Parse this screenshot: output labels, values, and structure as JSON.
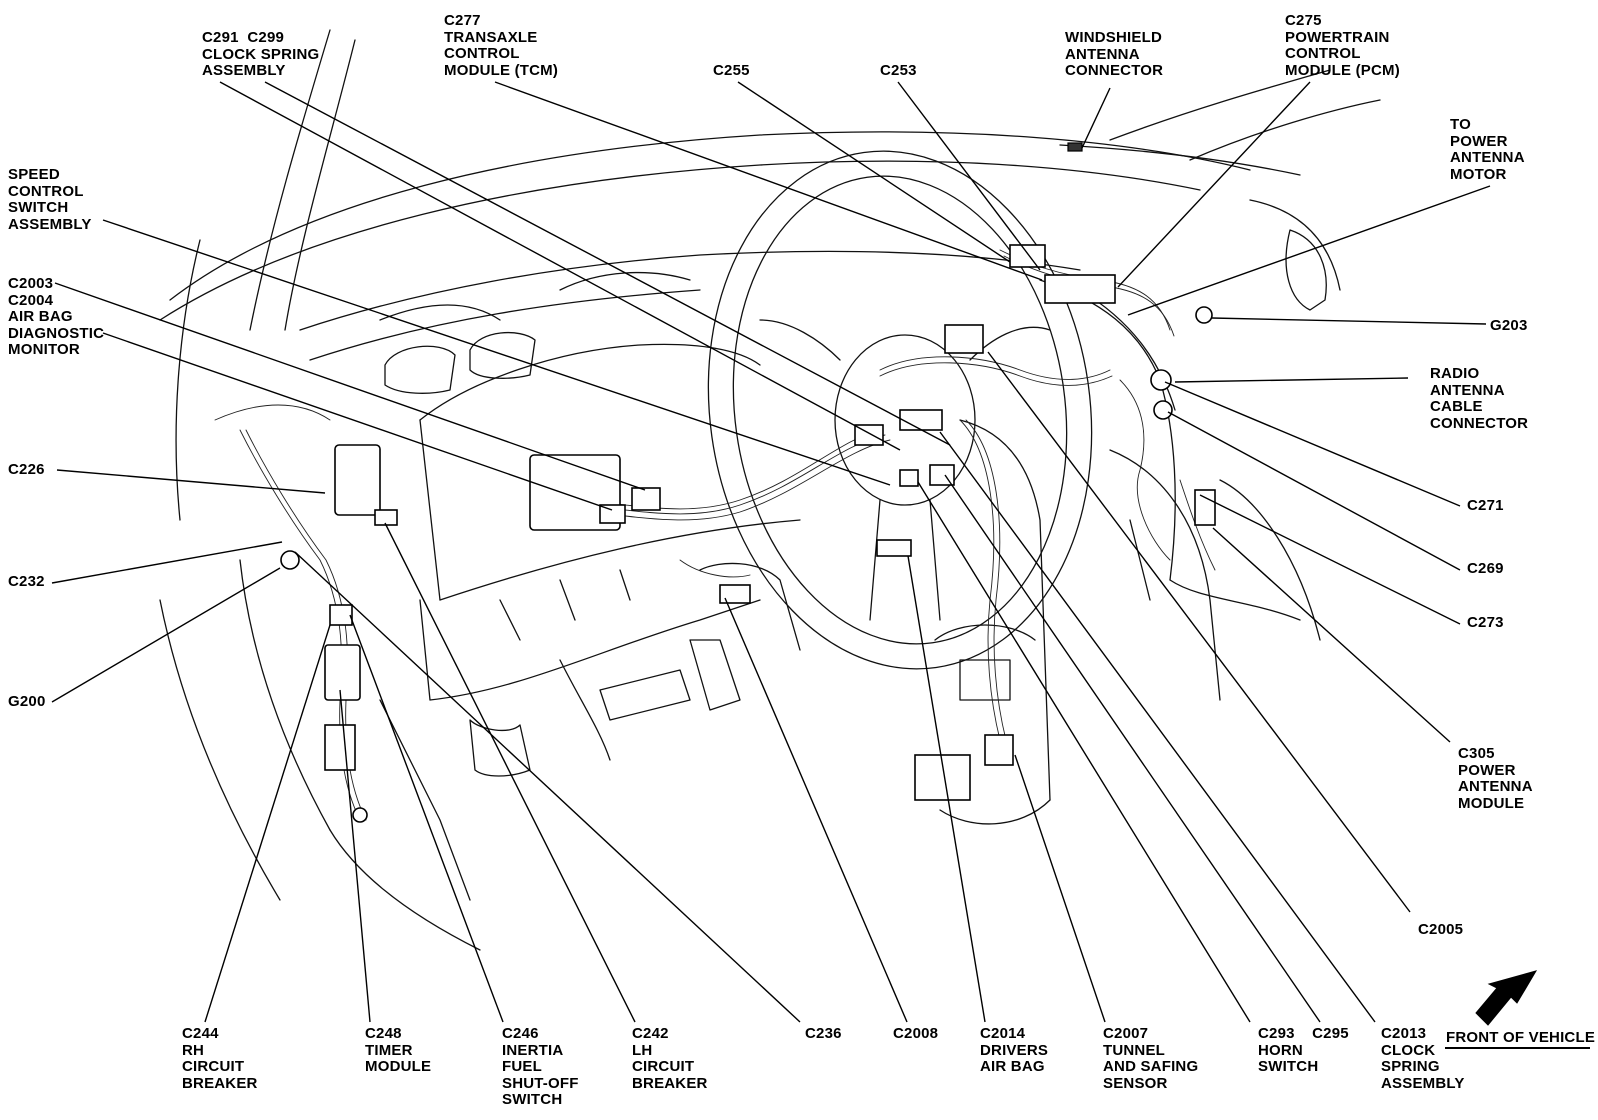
{
  "labels": {
    "c291_c299": "C291  C299\nCLOCK SPRING\nASSEMBLY",
    "c277": "C277\nTRANSAXLE\nCONTROL\nMODULE (TCM)",
    "c255": "C255",
    "c253": "C253",
    "windshield_antenna": "WINDSHIELD\nANTENNA\nCONNECTOR",
    "c275": "C275\nPOWERTRAIN\nCONTROL\nMODULE (PCM)",
    "to_power_antenna": "TO\nPOWER\nANTENNA\nMOTOR",
    "speed_control": "SPEED\nCONTROL\nSWITCH\nASSEMBLY",
    "c2003_c2004": "C2003\nC2004\nAIR BAG\nDIAGNOSTIC\nMONITOR",
    "g203": "G203",
    "radio_antenna": "RADIO\nANTENNA\nCABLE\nCONNECTOR",
    "c226": "C226",
    "c271": "C271",
    "c269": "C269",
    "c232": "C232",
    "c273": "C273",
    "g200": "G200",
    "c305": "C305\nPOWER\nANTENNA\nMODULE",
    "c2005": "C2005",
    "c244": "C244\nRH\nCIRCUIT\nBREAKER",
    "c248": "C248\nTIMER\nMODULE",
    "c246": "C246\nINERTIA\nFUEL\nSHUT-OFF\nSWITCH",
    "c242": "C242\nLH\nCIRCUIT\nBREAKER",
    "c236": "C236",
    "c2008": "C2008",
    "c2014": "C2014\nDRIVERS\nAIR BAG",
    "c2007": "C2007\nTUNNEL\nAND SAFING\nSENSOR",
    "c293_c295": "C293    C295\nHORN\nSWITCH",
    "c2013": "C2013\nCLOCK\nSPRING\nASSEMBLY",
    "front_of_vehicle": "FRONT OF VEHICLE"
  },
  "icons": {
    "direction_arrow": "front-arrow-icon"
  }
}
